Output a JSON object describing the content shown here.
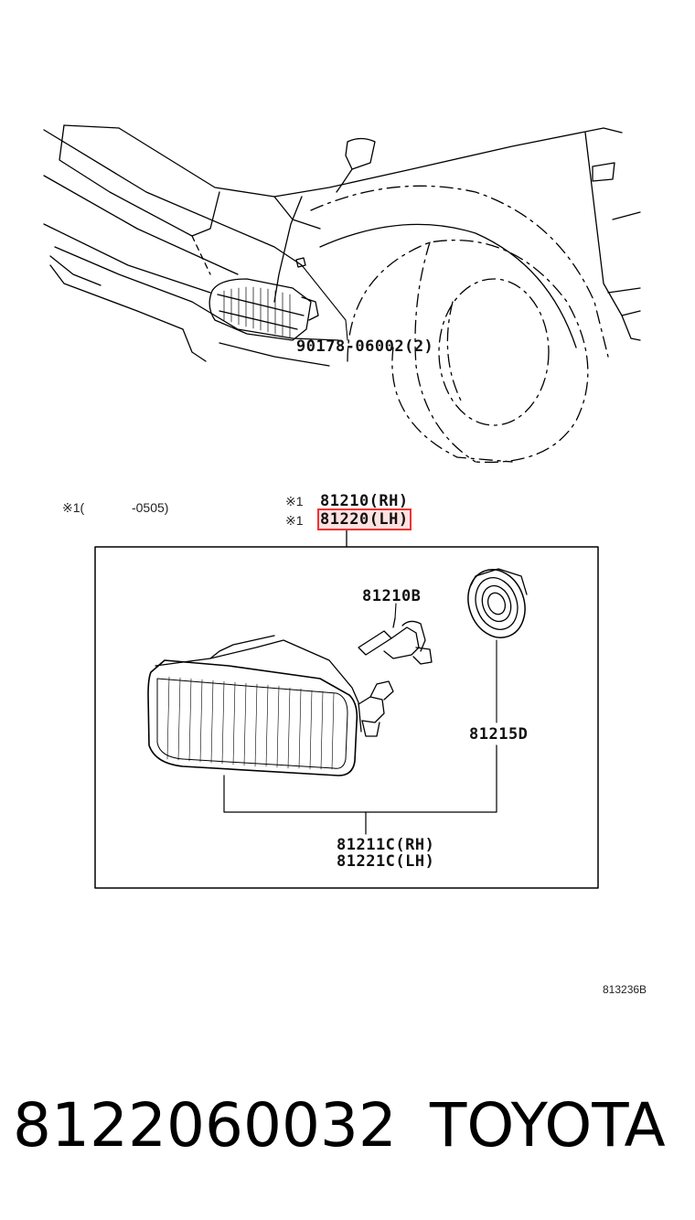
{
  "callouts": {
    "clip_part": "90178-06002(2)",
    "note_prefix": "※1(",
    "note_range": "-0505)",
    "mark_rh": "※1",
    "mark_lh": "※1",
    "assy_rh": "81210(RH)",
    "assy_lh_part": "81220",
    "assy_lh_suffix": "(LH)",
    "bulb": "81210B",
    "socket": "81215D",
    "lens_rh": "81211C(RH)",
    "lens_lh": "81221C(LH)"
  },
  "diagram_code": "813236B",
  "footer": {
    "part_number": "8122060032",
    "brand": "TOYOTA"
  },
  "colors": {
    "ink": "#000000",
    "highlight": "#e33333"
  }
}
